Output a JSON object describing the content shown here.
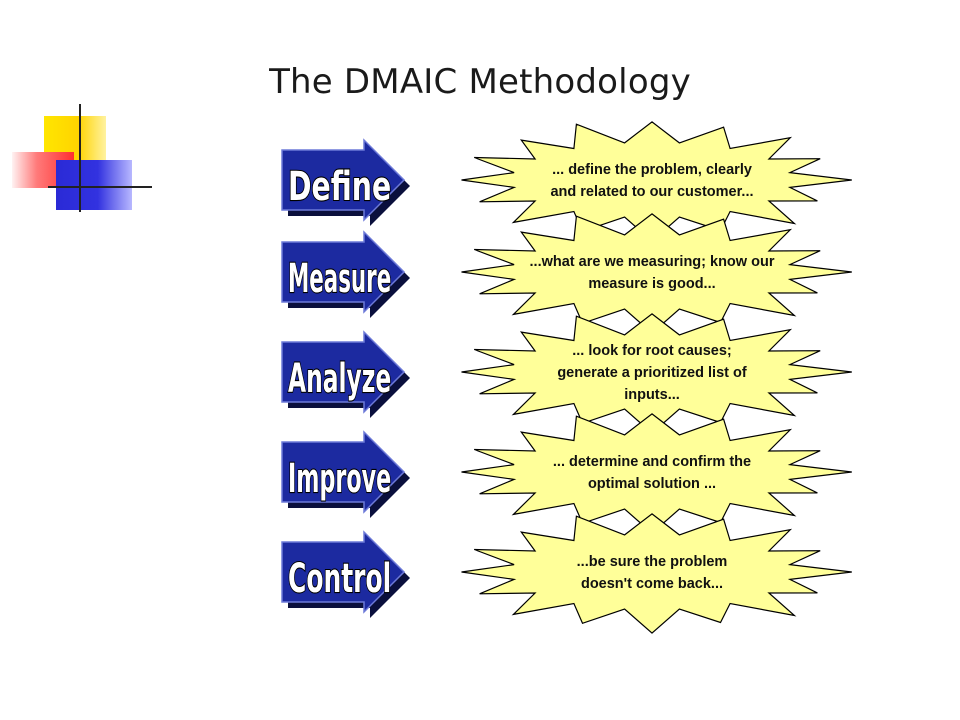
{
  "title": "The DMAIC Methodology",
  "colors": {
    "arrow_fill": "#1c2aa0",
    "arrow_shadow": "#0a0f3c",
    "burst_fill": "#ffff99",
    "burst_stroke": "#000000",
    "deco_yellow": "#ffd400",
    "deco_red": "#ff3030",
    "deco_blue": "#2a2ad6"
  },
  "steps": [
    {
      "label": "Define",
      "description_lines": [
        "... define the problem, clearly",
        "and related to our customer..."
      ]
    },
    {
      "label": "Measure",
      "description_lines": [
        "...what are we measuring; know our",
        "measure is good..."
      ]
    },
    {
      "label": "Analyze",
      "description_lines": [
        "... look for root causes;",
        "generate a prioritized list of",
        "inputs..."
      ]
    },
    {
      "label": "Improve",
      "description_lines": [
        "... determine and confirm the",
        "optimal solution ..."
      ]
    },
    {
      "label": "Control",
      "description_lines": [
        "...be sure the problem",
        "doesn't come back..."
      ]
    }
  ]
}
